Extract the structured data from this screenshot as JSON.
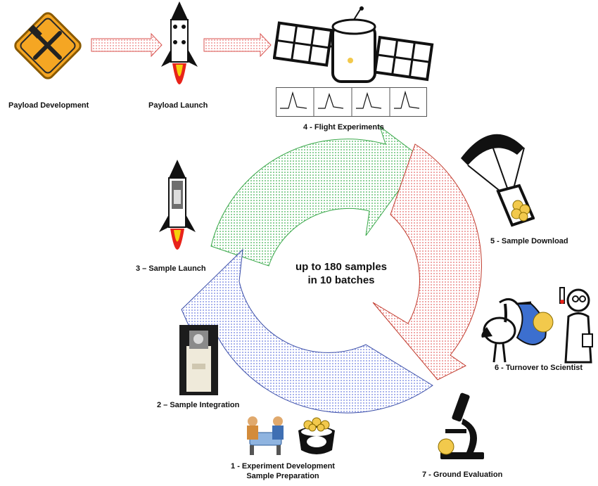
{
  "stages": {
    "payload_development": "Payload Development",
    "payload_launch": "Payload Launch",
    "flight_experiments": "4 - Flight Experiments",
    "sample_launch": "3 – Sample Launch",
    "sample_download": "5 - Sample Download",
    "turnover": "6 - Turnover to Scientist",
    "sample_integration": "2 – Sample Integration",
    "experiment_development": "1 - Experiment Development",
    "sample_preparation": "Sample Preparation",
    "ground_evaluation": "7 - Ground Evaluation"
  },
  "center": {
    "line1": "up to 180 samples",
    "line2": "in 10 batches"
  },
  "colors": {
    "green_arrow": "#3aa84a",
    "red_arrow": "#c0392b",
    "blue_arrow": "#3b4ea8",
    "flow_arrow": "#d9534f",
    "warning_sign": "#f5a623",
    "rocket_flame": "#e8231a",
    "gold": "#f2c94c"
  },
  "icons": {
    "warning": "tools-warning-sign-icon",
    "rocket": "rocket-icon",
    "satellite": "satellite-icon",
    "parachute": "parachute-capsule-icon",
    "stork": "stork-delivery-icon",
    "scientist": "scientist-icon",
    "microscope": "microscope-icon",
    "cauldron": "gold-pot-icon",
    "team": "team-meeting-icon",
    "cartridge": "sample-cartridge-photo"
  }
}
